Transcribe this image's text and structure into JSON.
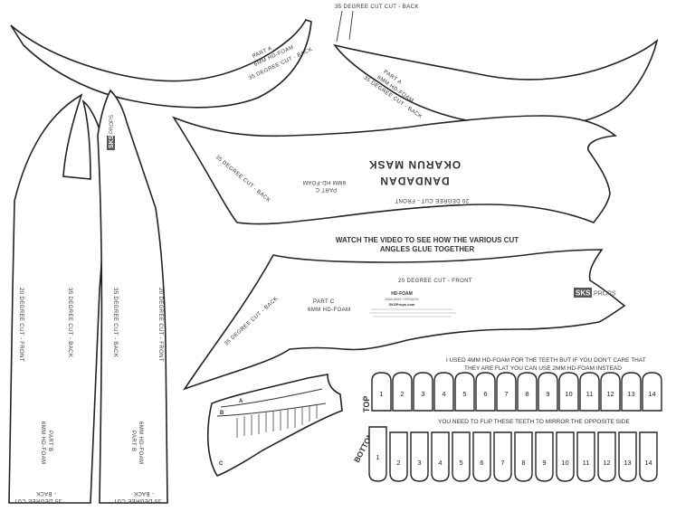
{
  "top_note": "35 DEGREE CUT CUT - BACK",
  "part_a_left": {
    "l1": "PART A",
    "l2": "6MM HD-FOAM",
    "l3": "35 DEGREE CUT - BACK"
  },
  "part_a_right": {
    "l1": "PART A",
    "l2": "6MM HD-FOAM",
    "l3": "35 DEGREE CUT - BACK"
  },
  "part_b_left": {
    "front": "20 DEGREE CUT - FRONT",
    "back": "35 DEGREE CUT - BACK",
    "part": "PART B",
    "foam": "6MM HD-FOAM",
    "bottom1": "35 DEGREE CUT",
    "bottom2": "- BACK"
  },
  "part_b_right": {
    "back": "35 DEGREE CUT - BACK",
    "front": "20 DEGREE CUT - FRONT",
    "part": "PART B",
    "foam": "6MM HD-FOAM",
    "bottom1": "35 DEGREE CUT",
    "bottom2": "- BACK"
  },
  "brand": {
    "box": "SKS",
    "rest": "PROPS"
  },
  "part_c_top": {
    "title1": "DANDADAN",
    "title2": "OKARUN MASK",
    "part": "PART C",
    "foam": "6MM HD-FOAM",
    "front": "20 DEGREE CUT - FRONT",
    "back": "35 DEGREE CUT - BACK"
  },
  "watch_note": {
    "l1": "WATCH THE VIDEO TO SEE HOW THE VARIOUS CUT",
    "l2": "ANGLES GLUE TOGETHER"
  },
  "part_c_bottom": {
    "front": "20 DEGREE CUT - FRONT",
    "part": "PART C",
    "foam": "6MM HD-FOAM",
    "back": "35 DEGREE CUT - BACK",
    "hd1": "HD-FOAM",
    "hd2": "AVAILABLE THROUGH",
    "hd3": "SKSProps.com"
  },
  "teeth_note": {
    "l1": "I USED 4MM HD-FOAM FOR THE TEETH BUT IF YOU DON'T CARE THAT",
    "l2": "THEY ARE FLAT YOU CAN USE 2MM HD-FOAM INSTEAD"
  },
  "flip_note": "YOU NEED TO FLIP THESE TEETH TO MIRROR THE OPPOSITE SIDE",
  "top_label": "TOP",
  "bottom_label": "BOTTOM",
  "diagram_labels": {
    "a": "A",
    "b": "B",
    "c": "C"
  },
  "top_teeth": [
    "1",
    "2",
    "3",
    "4",
    "5",
    "6",
    "7",
    "8",
    "9",
    "10",
    "11",
    "12",
    "13",
    "14"
  ],
  "bottom_teeth": [
    "1",
    "2",
    "3",
    "4",
    "5",
    "6",
    "7",
    "8",
    "9",
    "10",
    "11",
    "12",
    "13",
    "14"
  ]
}
